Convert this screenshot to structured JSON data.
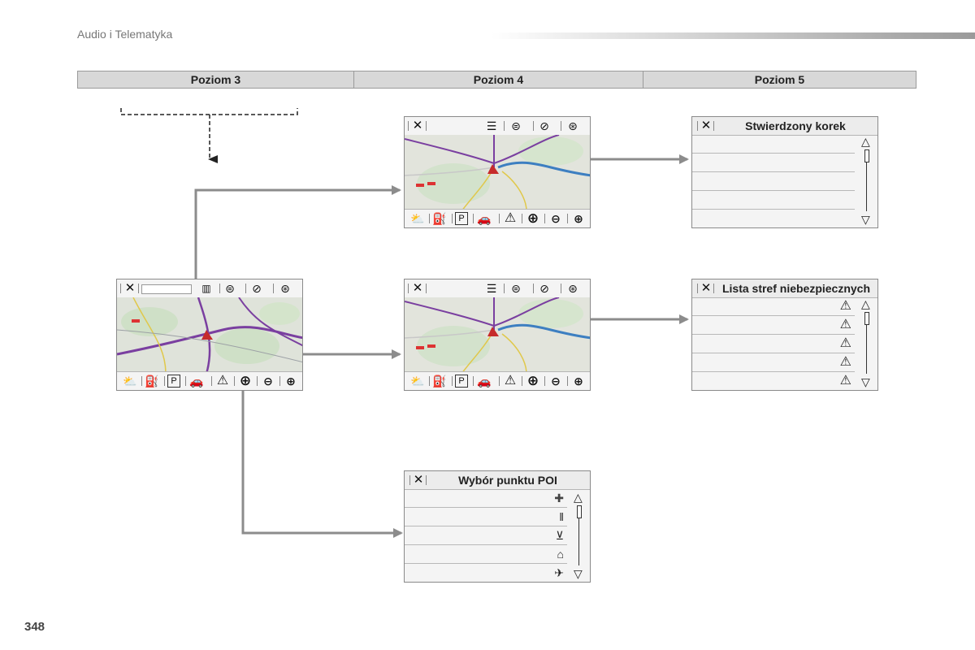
{
  "header": {
    "title": "Audio i Telematyka"
  },
  "levels": [
    "Poziom 3",
    "Poziom 4",
    "Poziom 5"
  ],
  "page_number": "348",
  "panels": {
    "traffic": {
      "title": "Stwierdzony korek"
    },
    "danger": {
      "title": "Lista stref niebezpiecznych"
    },
    "poi": {
      "title": "Wybór punktu POI"
    }
  },
  "icons": {
    "close": "✕",
    "list": "☰",
    "scroll_up": "△",
    "scroll_down": "▽",
    "warning": "⚠",
    "zoom_in": "⊕",
    "parking": "P",
    "poi_plus": "✚",
    "poi_food": "ǁ",
    "poi_shop": "⊻",
    "poi_building": "⌂",
    "poi_plane": "✈"
  },
  "colors": {
    "arrow": "#8c8c8c",
    "route": "#3d7fc1",
    "road_major": "#7a3fa0"
  }
}
